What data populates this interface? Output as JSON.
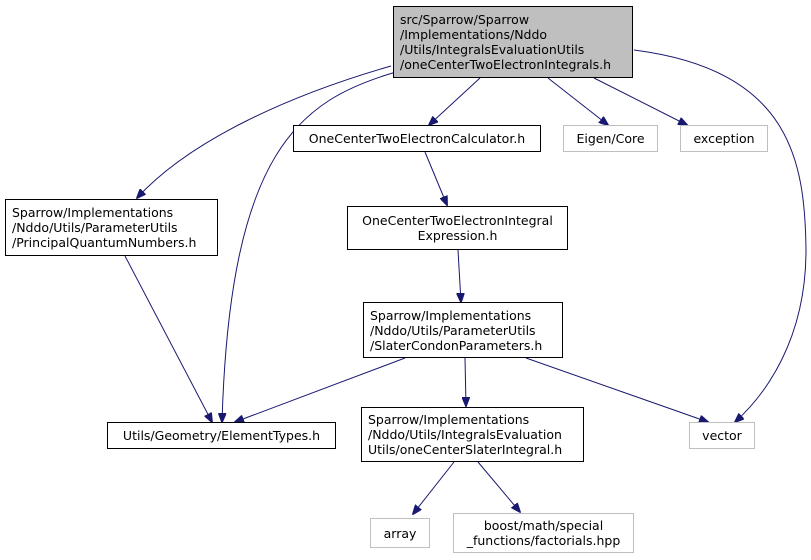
{
  "colors": {
    "edge": "#191970",
    "root_fill": "#bfbfbf",
    "border": "#000000",
    "external_border": "#bfbfbf"
  },
  "nodes": {
    "root": [
      "src/Sparrow/Sparrow",
      "/Implementations/Nddo",
      "/Utils/IntegralsEvaluationUtils",
      "/oneCenterTwoElectronIntegrals.h"
    ],
    "calculator": [
      "OneCenterTwoElectronCalculator.h"
    ],
    "eigen": [
      "Eigen/Core"
    ],
    "exception": [
      "exception"
    ],
    "pqn": [
      "Sparrow/Implementations",
      "/Nddo/Utils/ParameterUtils",
      "/PrincipalQuantumNumbers.h"
    ],
    "expression": [
      "OneCenterTwoElectronIntegral",
      "Expression.h"
    ],
    "slater_params": [
      "Sparrow/Implementations",
      "/Nddo/Utils/ParameterUtils",
      "/SlaterCondonParameters.h"
    ],
    "element_types": [
      "Utils/Geometry/ElementTypes.h"
    ],
    "slater_integral": [
      "Sparrow/Implementations",
      "/Nddo/Utils/IntegralsEvaluation",
      "Utils/oneCenterSlaterIntegral.h"
    ],
    "vector": [
      "vector"
    ],
    "array": [
      "array"
    ],
    "factorials": [
      "boost/math/special",
      "_functions/factorials.hpp"
    ]
  }
}
